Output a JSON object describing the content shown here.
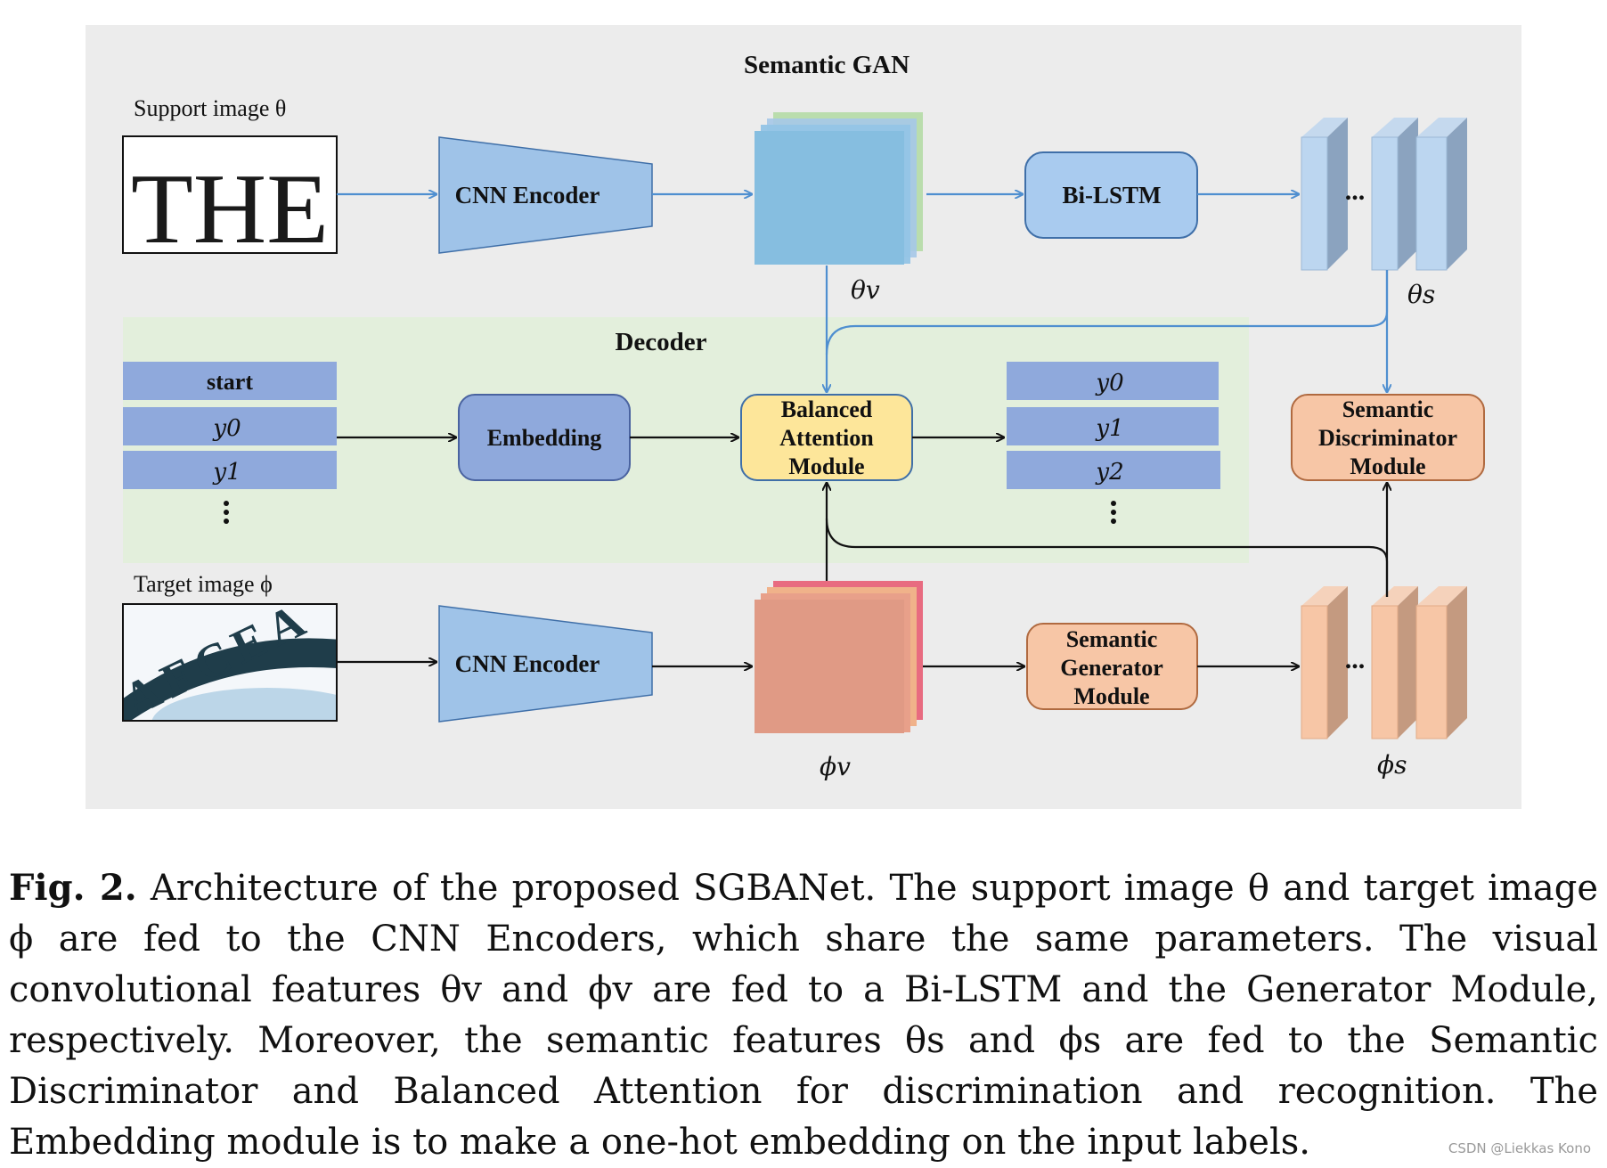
{
  "diagram": {
    "title": "Semantic GAN",
    "decoder_title": "Decoder",
    "support_label": "Support image θ",
    "target_label": "Target image ϕ",
    "support_image_text": "THE",
    "target_image_text": "AFCEA",
    "encoder_top": "CNN Encoder",
    "encoder_bottom": "CNN Encoder",
    "bilstm": "Bi-LSTM",
    "embedding": "Embedding",
    "attention": [
      "Balanced",
      "Attention",
      "Module"
    ],
    "discriminator": [
      "Semantic",
      "Discriminator",
      "Module"
    ],
    "generator": [
      "Semantic",
      "Generator",
      "Module"
    ],
    "input_tokens": [
      "start",
      "y0",
      "y1"
    ],
    "output_tokens": [
      "y0",
      "y1",
      "y2"
    ],
    "theta_v": "θv",
    "theta_s": "θs",
    "phi_v": "ϕv",
    "phi_s": "ϕs",
    "ellipsis": "...",
    "colors": {
      "panel": "#ececec",
      "decoder_bg": "#e3efdc",
      "encoder": "#9fc3e8",
      "token": "#8fa9dc",
      "attention": "#fde69a",
      "orange": "#f7c6a6",
      "blue_arrow": "#4f8fd0"
    }
  },
  "caption": {
    "fig_label": "Fig. 2.",
    "text": " Architecture of the proposed SGBANet. The support image θ and target image ϕ are fed to the CNN Encoders, which share the same parameters. The visual convolutional features θv and ϕv are fed to a Bi-LSTM and the Generator Module, respectively. Moreover, the semantic features θs and ϕs are fed to the Semantic Discriminator and Balanced Attention for discrimination and recognition. The Embedding module is to make a one-hot embedding on the input labels."
  },
  "watermark": "CSDN @Liekkas Kono"
}
